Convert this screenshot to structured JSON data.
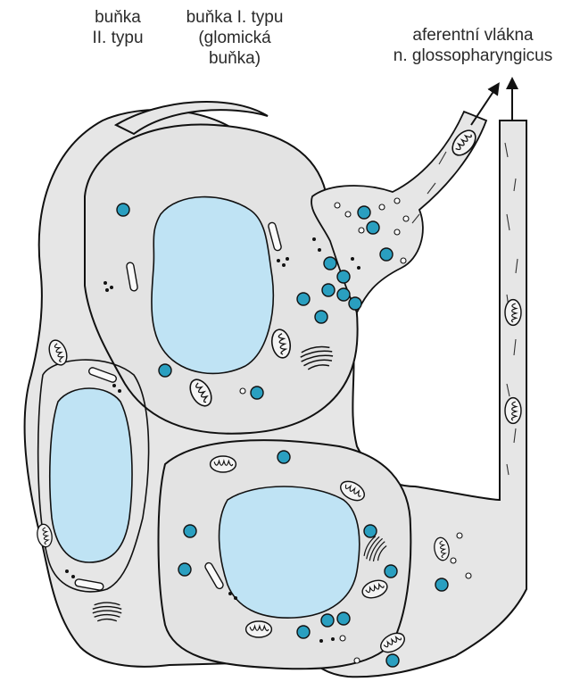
{
  "labels": {
    "type2_cell": {
      "line1": "buňka",
      "line2": "II. typu"
    },
    "type1_cell": {
      "line1": "buňka I. typu",
      "line2": "(glomická",
      "line3": "buňka)"
    },
    "afferent": {
      "line1": "aferentní vlákna",
      "line2": "n. glossopharyngicus"
    }
  },
  "colors": {
    "cytoplasm": "#e8e8e8",
    "nucleus": "#bfe3f4",
    "granule": "#2a9fc0",
    "outline": "#1c1c1c"
  }
}
